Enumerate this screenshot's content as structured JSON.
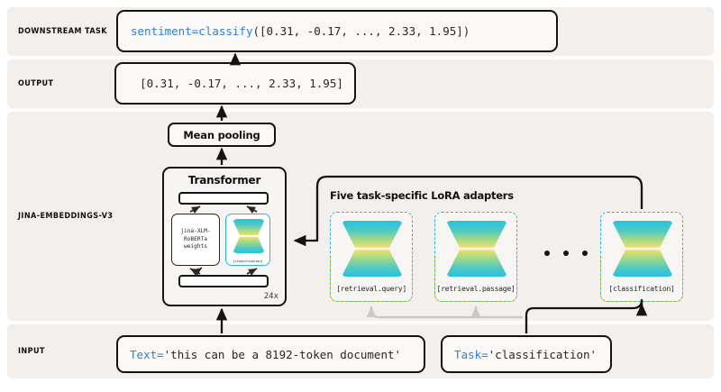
{
  "rows": {
    "downstream": {
      "label": "DOWNSTREAM TASK"
    },
    "output": {
      "label": "OUTPUT"
    },
    "core": {
      "label": "JINA-EMBEDDINGS-V3"
    },
    "input": {
      "label": "INPUT"
    }
  },
  "downstream": {
    "var": "sentiment",
    "eq": " = ",
    "fn": "classify",
    "args": "([0.31, -0.17, ..., 2.33, 1.95])"
  },
  "output": {
    "vector": "[0.31, -0.17, ..., 2.33, 1.95]"
  },
  "pipeline": {
    "mean_pooling": "Mean pooling",
    "transformer_title": "Transformer",
    "weights": "jina-XLM-RoBERTa weights",
    "inline_adapter_label": "[classification]",
    "repeat": "24x"
  },
  "lora": {
    "title": "Five task-specific LoRA adapters",
    "adapters": [
      {
        "label": "[retrieval.query]"
      },
      {
        "label": "[retrieval.passage]"
      },
      {
        "label": "[classification]"
      }
    ],
    "ellipsis": "..."
  },
  "input": {
    "text_key": "Text=",
    "text_value": "'this can be a 8192-token document'",
    "task_key": "Task=",
    "task_value": "'classification'"
  },
  "colors": {
    "band": "#f2efec",
    "ink": "#15130f",
    "keyword_blue": "#2a7fe8",
    "adapter_cyan": "#2bb6e0",
    "adapter_yellow": "#e3c44a",
    "gradient_top": "#27c3e0",
    "gradient_mid": "#f5e06a",
    "arrow_muted": "#cdc7c1"
  }
}
